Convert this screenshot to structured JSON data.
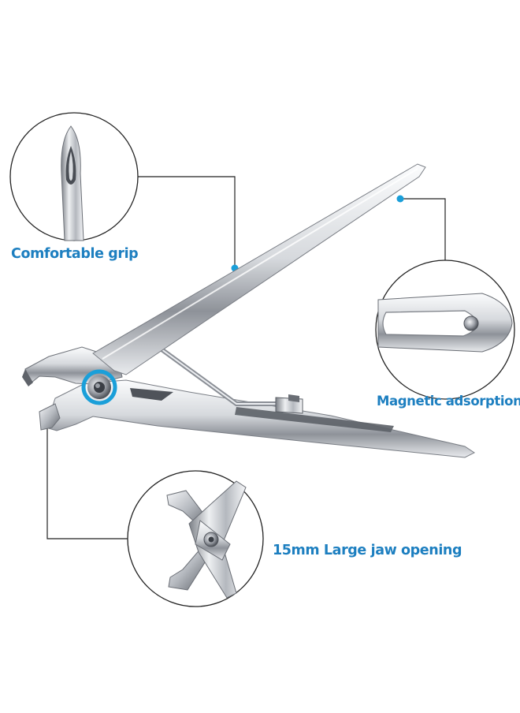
{
  "colors": {
    "accent": "#1a9fd9",
    "label_text": "#1d7fc0",
    "steel_light": "#f4f5f7",
    "steel_mid": "#b9bdc3",
    "steel_dark": "#6a6e75",
    "leader_line": "#222222",
    "background": "#ffffff"
  },
  "product": {
    "icon": "nail-clipper-image"
  },
  "callouts": [
    {
      "key": "grip",
      "label": "Comfortable grip",
      "icon": "grip-handle-closeup-image"
    },
    {
      "key": "magnet",
      "label": "Magnetic adsorption",
      "icon": "magnet-closeup-image"
    },
    {
      "key": "jaw",
      "label": "15mm Large jaw opening",
      "icon": "jaw-closeup-image"
    }
  ]
}
